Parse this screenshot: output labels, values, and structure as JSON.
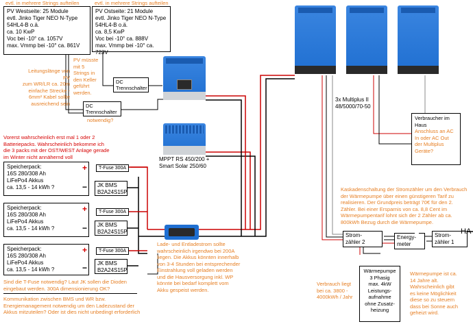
{
  "pv_west": {
    "note": "evtl. in mehrere Strings aufteilen",
    "lines": [
      "PV Westseite: 25 Module",
      "evtl. Jinko Tiger NEO N-Type",
      "54HL4-B o.ä.",
      "ca. 10 KwP",
      "Voc bei -10° ca. 1057V",
      "max. Vmmp bei -10° ca. 861V"
    ]
  },
  "pv_east": {
    "note": "evtl. in mehrere Strings aufteilen",
    "lines": [
      "PV Ostseite: 21 Module",
      "evtl. Jinko Tiger NEO N-Type",
      "54HL4-B o.ä.",
      "ca. 8,5 KwP",
      "Voc bei -10° ca. 888V",
      "max. Vmmp bei -10° ca. 723V"
    ]
  },
  "cable_note": [
    "Leitungslänge von PV",
    "zum WR/LR ca. 20m",
    "einfache Strecke -",
    "6mm² Kabel sollte",
    "ausreichend sein"
  ],
  "pv_split_note": [
    "PV müsste",
    "mit 5",
    "Strings in",
    "den Keller",
    "geführt",
    "werden."
  ],
  "dc_switch_top": [
    "DC",
    "Trennschalter"
  ],
  "dc_switch_bottom": [
    "DC",
    "Trennschalter"
  ],
  "dc_switch_question": "notwendig?",
  "multiplus_label": [
    "3x Multiplus II",
    "48/5000/70-50"
  ],
  "mppt_label": [
    "MPPT RS 450/200 +",
    "Smart Solar 250/60"
  ],
  "consumer": {
    "title": [
      "Verbraucher im",
      "Haus"
    ],
    "note": [
      "Anschluss an AC",
      "In oder AC Out",
      "der Multiplus",
      "Geräte?"
    ]
  },
  "battery_note": [
    "Vorerst wahrscheinlich erst mal 1 oder 2",
    "Batteriepacks. Wahrscheinlich bekomme ich",
    "die 3 packs mit der OST/WEST Anlage gerade",
    "im Winter nicht annähernd voll"
  ],
  "battery_packs": [
    {
      "lines": [
        "Speicherpack:",
        "16S 280/308 Ah",
        "LiFePo4 Akkus",
        "ca. 13,5 - 14 kWh ?"
      ]
    },
    {
      "lines": [
        "Speicherpack:",
        "16S 280/308 Ah",
        "LiFePo4 Akkus",
        "ca. 13,5 - 14 kWh ?"
      ]
    },
    {
      "lines": [
        "Speicherpack:",
        "16S 280/308 Ah",
        "LiFePo4 Akkus",
        "ca. 13,5 - 14 kWh ?"
      ]
    }
  ],
  "fuse_label": "T-Fuse 300A",
  "bms_lines": [
    "JK BMS",
    "B2A24S15P"
  ],
  "plus_sign": "+",
  "minus_sign": "−",
  "fuse_question": [
    "Sind die T-Fuse notwendig? Laut JK sollen die Dioden",
    "eingebaut werden. 300A dimensionierung OK?"
  ],
  "comm_question": [
    "Kommunikation zwischen BMS und WR bzw.",
    "Energiemanagement notwendig um den Ladezustand der",
    "Akkus mitzuteilen? Oder ist dies nicht unbedingt erforderlich"
  ],
  "charge_note": [
    "Lade- und Entladestrom sollte",
    "wahrscheinlich irgendwo bei 200A",
    "liegen. Die Akkus könnten innerhalb",
    "von 3-4 Stunden bei entsprechender",
    "Einstrahlung voll geladen werden",
    "und die Hausversorgung inkl. WP",
    "könnte bei bedarf komplett vom",
    "Akku gespeist werden."
  ],
  "cascade_note": [
    "Kaskadenschaltung der Stromzähler um den Verbrauch",
    "der Wärmepumpe über einen günstigeren Tarif zu",
    "realisieren. Der Grundpreis beträgt 70€ für den 2.",
    "Zähler. Bei einer Ersparnis von ca. 8,8 Cent im",
    "Wärmepumpentarif lohnt sich der 2 Zähler ab ca.",
    "800kWh Bezug durch die Wärmepumpe."
  ],
  "meter2": [
    "Strom-",
    "zähler 2"
  ],
  "energy_meter": [
    "Energy-",
    "meter"
  ],
  "meter1": [
    "Strom-",
    "zähler 1"
  ],
  "ha_label": "HA",
  "heatpump": [
    "Wärmepumpe",
    "3 Phasig",
    "max. 4kW",
    "Leistungs-",
    "aufnahme",
    "ohne Zusatz-",
    "heizung"
  ],
  "heatpump_consumption": [
    "Verbrauch liegt",
    "bei ca. 3800 -",
    "4000kWh / Jahr"
  ],
  "heatpump_age": [
    "Wärmepumpe ist ca.",
    "14 Jahre alt.",
    "Wahrscheinlich gibt",
    "es keine Möglichkeit",
    "diese so zu steuern",
    "dass bei Sonne auch",
    "geheizt wird."
  ],
  "colors": {
    "orange": "#e67e22",
    "red": "#d60000",
    "victron_blue": "#1f6fd1"
  }
}
